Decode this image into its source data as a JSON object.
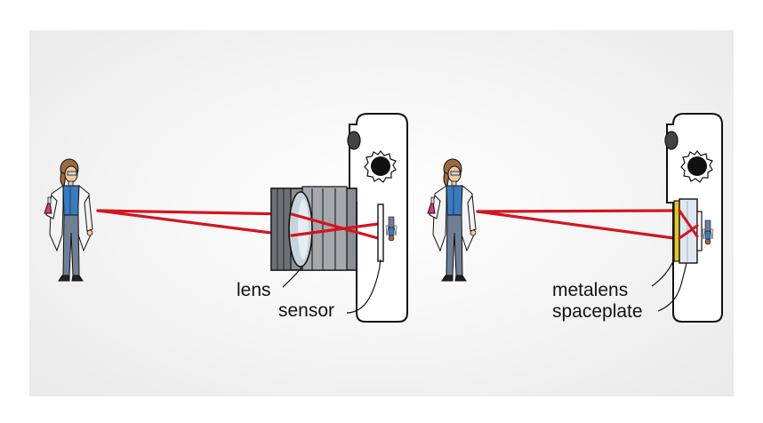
{
  "labels": {
    "lens": "lens",
    "sensor": "sensor",
    "metalens": "metalens",
    "spaceplate": "spaceplate"
  },
  "colors": {
    "background": "#ebebeb",
    "ray": "#d4141f",
    "outline": "#111111",
    "camera_body": "#ffffff",
    "lens_barrel": "#8a8d91",
    "glass": "#c7d3dc",
    "coat": "#f4f4f4",
    "shirt": "#3a7bbf",
    "pants": "#6f7f96",
    "hair": "#9a6a40",
    "flask_liquid": "#e0357f",
    "metalens_coating": "#e5c81f"
  },
  "icons": [
    "scientist-figure",
    "camera-body",
    "sun-icon",
    "inverted-image-figure"
  ]
}
